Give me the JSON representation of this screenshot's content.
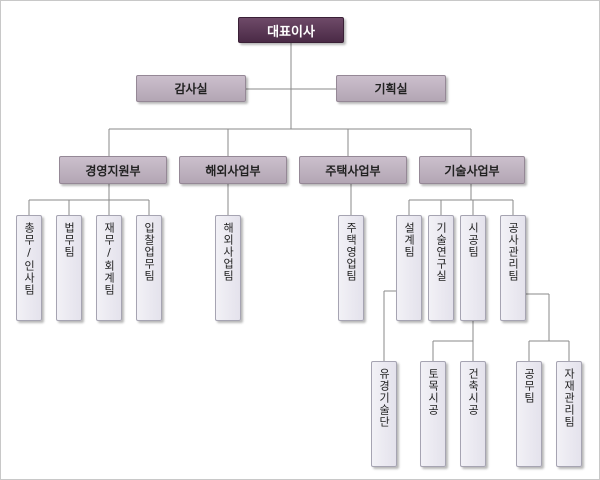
{
  "org": {
    "ceo": "대표이사",
    "audit": "감사실",
    "planning": "기획실",
    "divisions": [
      {
        "label": "경영지원부",
        "teams": [
          "총무/인사팀",
          "법무팀",
          "재무/회계팀",
          "입찰업무팀"
        ]
      },
      {
        "label": "해외사업부",
        "teams": [
          "해외사업팀"
        ]
      },
      {
        "label": "주택사업부",
        "teams": [
          "주택영업팀"
        ]
      },
      {
        "label": "기술사업부",
        "teams": [
          "설계팀",
          "기술연구실",
          "시공팀",
          "공사관리팀"
        ]
      }
    ],
    "subteams": {
      "design": [
        "유경기술단"
      ],
      "construction": [
        "토목시공",
        "건축시공"
      ],
      "management": [
        "공무팀",
        "자재관리팀"
      ]
    }
  },
  "colors": {
    "ceo_fill": "#5a3a56",
    "dept_fill": "#bfb2c0",
    "team_fill": "#ecebf2",
    "line": "#888888"
  }
}
